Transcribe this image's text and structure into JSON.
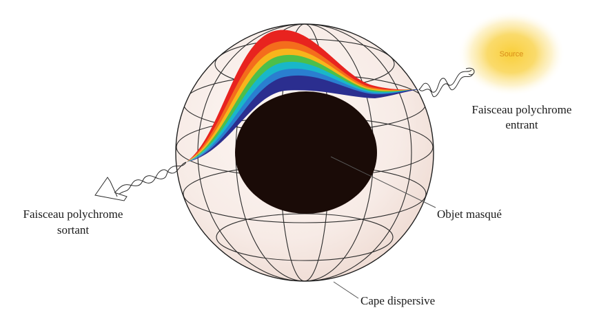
{
  "labels": {
    "source": "Source",
    "incoming_line1": "Faisceau polychrome",
    "incoming_line2": "entrant",
    "outgoing_line1": "Faisceau polychrome",
    "outgoing_line2": "sortant",
    "hidden_object": "Objet masqué",
    "cloak": "Cape dispersive"
  },
  "colors": {
    "sphere_fill": "#f8ede9",
    "sphere_outline": "#1f1f1f",
    "hidden_object": "#1a0b07",
    "source_glow": "#f6c52a",
    "source_text": "#d98d1a",
    "spectrum": [
      "#e8231f",
      "#f46d1c",
      "#f7a31c",
      "#f6d11e",
      "#8ccd3c",
      "#1ab05a",
      "#19b7c9",
      "#2a7fd0",
      "#2b2e8f"
    ]
  }
}
